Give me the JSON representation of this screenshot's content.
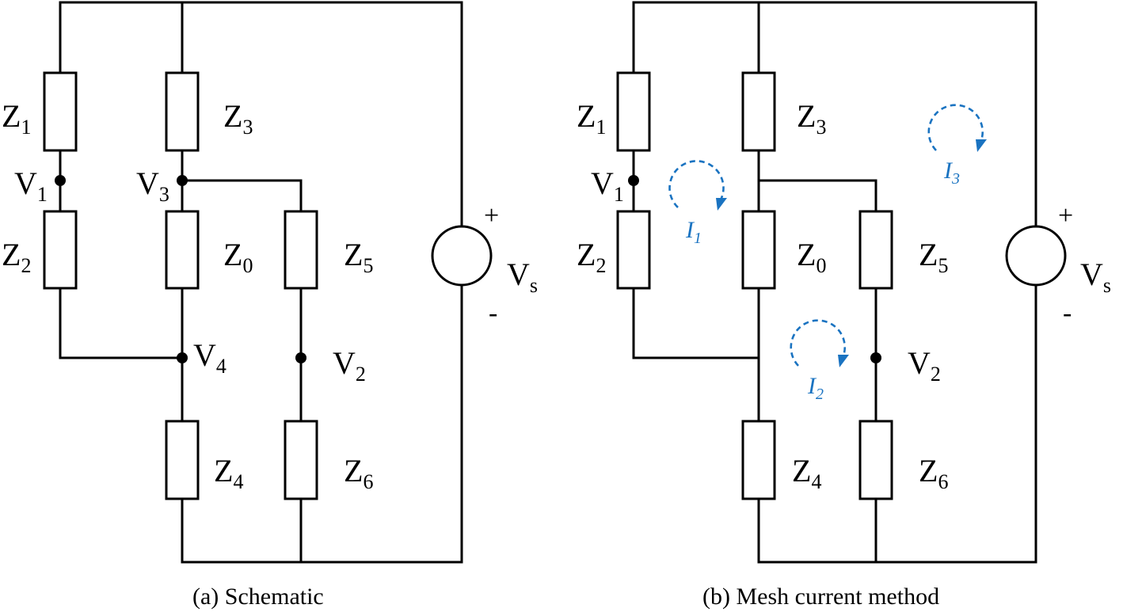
{
  "panels": [
    {
      "id": "a",
      "caption": "(a)  Schematic",
      "impedances": [
        {
          "main": "Z",
          "sub": "1"
        },
        {
          "main": "Z",
          "sub": "2"
        },
        {
          "main": "Z",
          "sub": "3"
        },
        {
          "main": "Z",
          "sub": "0"
        },
        {
          "main": "Z",
          "sub": "5"
        },
        {
          "main": "Z",
          "sub": "4"
        },
        {
          "main": "Z",
          "sub": "6"
        }
      ],
      "nodes": [
        {
          "main": "V",
          "sub": "1"
        },
        {
          "main": "V",
          "sub": "3"
        },
        {
          "main": "V",
          "sub": "4"
        },
        {
          "main": "V",
          "sub": "2"
        }
      ],
      "source": {
        "main": "V",
        "sub": "s",
        "plus": "+",
        "minus": "-"
      }
    },
    {
      "id": "b",
      "caption": "(b)  Mesh current method",
      "impedances": [
        {
          "main": "Z",
          "sub": "1"
        },
        {
          "main": "Z",
          "sub": "2"
        },
        {
          "main": "Z",
          "sub": "3"
        },
        {
          "main": "Z",
          "sub": "0"
        },
        {
          "main": "Z",
          "sub": "5"
        },
        {
          "main": "Z",
          "sub": "4"
        },
        {
          "main": "Z",
          "sub": "6"
        }
      ],
      "nodes": [
        {
          "main": "V",
          "sub": "1"
        },
        {
          "main": "V",
          "sub": "2"
        }
      ],
      "meshes": [
        {
          "main": "I",
          "sub": "1"
        },
        {
          "main": "I",
          "sub": "2"
        },
        {
          "main": "I",
          "sub": "3"
        }
      ],
      "source": {
        "main": "V",
        "sub": "s",
        "plus": "+",
        "minus": "-"
      }
    }
  ],
  "colors": {
    "wire": "#000000",
    "mesh": "#1a73c1"
  }
}
